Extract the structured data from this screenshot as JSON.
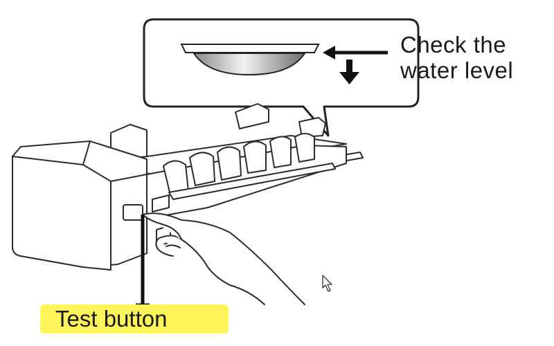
{
  "callout": {
    "line1": "Check the",
    "line2": "water level"
  },
  "label": {
    "test_button": "Test button"
  },
  "icons": [
    "down-arrow-icon",
    "left-arrow-icon",
    "mouse-pointer-icon"
  ]
}
